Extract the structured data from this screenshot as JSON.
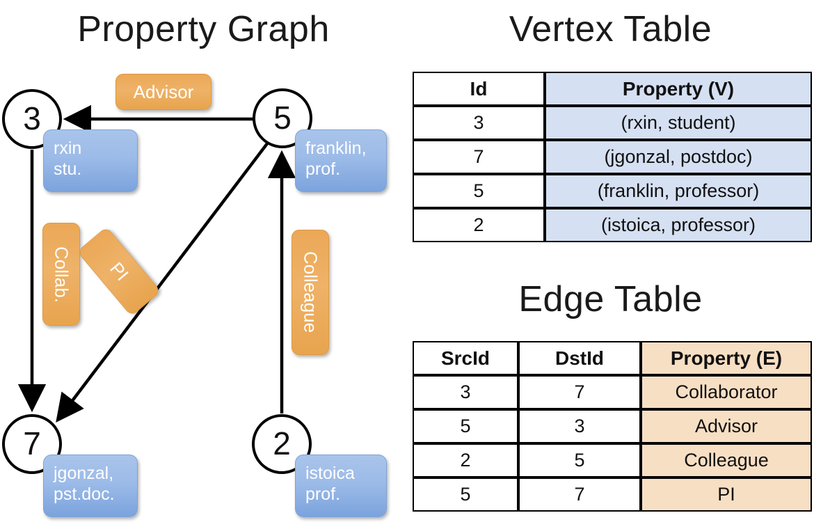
{
  "titles": {
    "property_graph": "Property Graph",
    "vertex_table": "Vertex Table",
    "edge_table": "Edge Table"
  },
  "graph": {
    "nodes": [
      {
        "id": "3",
        "property_lines": [
          "rxin",
          "stu."
        ]
      },
      {
        "id": "5",
        "property_lines": [
          "franklin,",
          "prof."
        ]
      },
      {
        "id": "7",
        "property_lines": [
          "jgonzal,",
          "pst.doc."
        ]
      },
      {
        "id": "2",
        "property_lines": [
          "istoica",
          "prof."
        ]
      }
    ],
    "edge_labels": [
      {
        "label": "Advisor",
        "orientation": "horizontal"
      },
      {
        "label": "Collab.",
        "orientation": "vertical"
      },
      {
        "label": "PI",
        "orientation": "vertical-rotated"
      },
      {
        "label": "Colleague",
        "orientation": "vertical"
      }
    ],
    "edges": [
      {
        "src": "5",
        "dst": "3",
        "label": "Advisor"
      },
      {
        "src": "3",
        "dst": "7",
        "label": "Collab."
      },
      {
        "src": "5",
        "dst": "7",
        "label": "PI"
      },
      {
        "src": "2",
        "dst": "5",
        "label": "Colleague"
      }
    ]
  },
  "vertex_table": {
    "headers": [
      "Id",
      "Property (V)"
    ],
    "rows": [
      {
        "id": "3",
        "property": "(rxin, student)"
      },
      {
        "id": "7",
        "property": "(jgonzal, postdoc)"
      },
      {
        "id": "5",
        "property": "(franklin, professor)"
      },
      {
        "id": "2",
        "property": "(istoica, professor)"
      }
    ]
  },
  "edge_table": {
    "headers": [
      "SrcId",
      "DstId",
      "Property (E)"
    ],
    "rows": [
      {
        "src": "3",
        "dst": "7",
        "property": "Collaborator"
      },
      {
        "src": "5",
        "dst": "3",
        "property": "Advisor"
      },
      {
        "src": "2",
        "dst": "5",
        "property": "Colleague"
      },
      {
        "src": "5",
        "dst": "7",
        "property": "PI"
      }
    ]
  },
  "colors": {
    "vertex_property_fill": "#d5e0f2",
    "edge_property_fill": "#f7dfc4",
    "node_box_blue": "#9cbbe8",
    "edge_label_orange": "#eeb268",
    "stroke": "#000000",
    "background": "#ffffff"
  }
}
